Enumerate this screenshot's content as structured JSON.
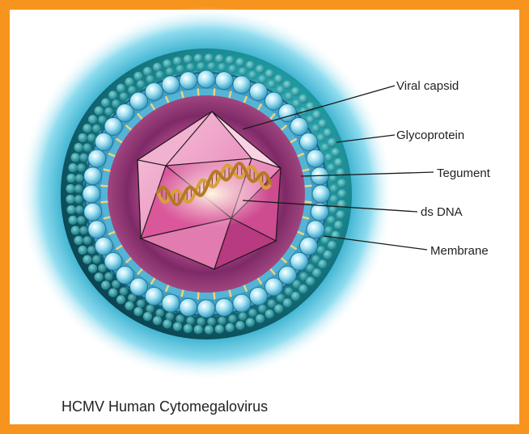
{
  "labels": {
    "viral_capsid": "Viral capsid",
    "glycoprotein": "Glycoprotein",
    "tegument": "Tegument",
    "ds_dna": "ds DNA",
    "membrane": "Membrane"
  },
  "caption": "HCMV Human Cytomegalovirus",
  "colors": {
    "frame": "#f7941d",
    "glow": "#7fd6ee",
    "shell": "#1f9aa0",
    "bead": "#9fe0f2",
    "tegument": "#b0408a",
    "capsid": "#e46aa8",
    "dna": "#d9a03a"
  }
}
